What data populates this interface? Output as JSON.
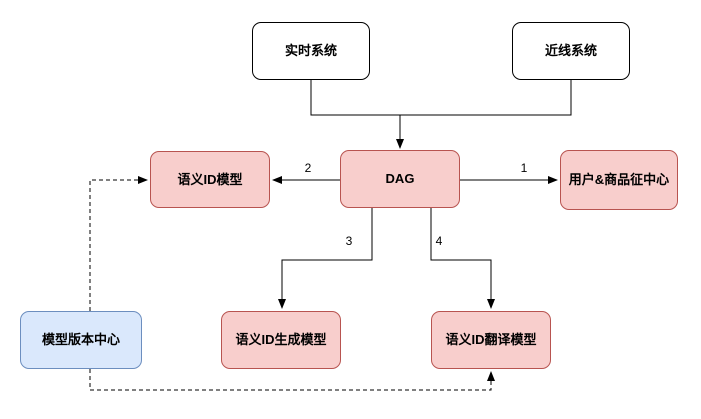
{
  "diagram": {
    "title": "semantic-id-system-flowchart",
    "nodes": {
      "realtime": {
        "label": "实时系统",
        "style": "white"
      },
      "nearline": {
        "label": "近线系统",
        "style": "white"
      },
      "dag": {
        "label": "DAG",
        "style": "pink"
      },
      "semantic_id_model": {
        "label": "语义ID模型",
        "style": "pink"
      },
      "feature_center": {
        "label": "用户&商品征中心",
        "style": "pink"
      },
      "generate_model": {
        "label": "语义ID生成模型",
        "style": "pink"
      },
      "translate_model": {
        "label": "语义ID翻译模型",
        "style": "pink"
      },
      "version_center": {
        "label": "模型版本中心",
        "style": "blue"
      }
    },
    "edge_labels": {
      "to_feature_center": "1",
      "to_semantic_id_model": "2",
      "to_generate_model": "3",
      "to_translate_model": "4"
    },
    "colors": {
      "background": "#ffffff",
      "node_white_fill": "#ffffff",
      "node_white_border": "#000000",
      "node_pink_fill": "#f8cecc",
      "node_pink_border": "#b85450",
      "node_blue_fill": "#dae8fc",
      "node_blue_border": "#6c8ebf",
      "edge_stroke": "#000000"
    }
  }
}
